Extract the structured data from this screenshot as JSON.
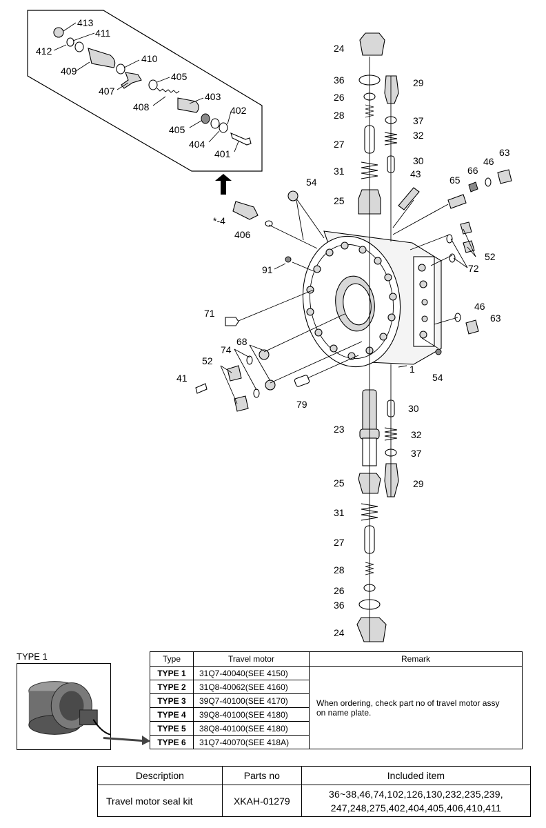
{
  "diagram": {
    "callouts": {
      "detail_top": [
        "413",
        "411",
        "412",
        "409",
        "410",
        "407",
        "405",
        "403",
        "408",
        "402",
        "405",
        "404",
        "401"
      ],
      "upper_stack": [
        "24",
        "36",
        "29",
        "26",
        "28",
        "37",
        "32",
        "27",
        "30",
        "31",
        "43",
        "25",
        "54",
        "65",
        "66",
        "46",
        "63"
      ],
      "center": [
        "*-4",
        "406",
        "91",
        "52",
        "72",
        "71",
        "46",
        "63",
        "74",
        "68",
        "52",
        "41",
        "1",
        "54",
        "79"
      ],
      "lower_stack": [
        "30",
        "23",
        "32",
        "37",
        "25",
        "29",
        "31",
        "27",
        "28",
        "26",
        "36",
        "24"
      ]
    }
  },
  "type_section": {
    "caption": "TYPE 1",
    "photo_icon": "travel-motor-photo"
  },
  "type_table": {
    "headers": [
      "Type",
      "Travel motor",
      "Remark"
    ],
    "rows": [
      {
        "type": "TYPE 1",
        "motor": "31Q7-40040(SEE 4150)"
      },
      {
        "type": "TYPE 2",
        "motor": "31Q8-40062(SEE 4160)"
      },
      {
        "type": "TYPE 3",
        "motor": "39Q7-40100(SEE 4170)"
      },
      {
        "type": "TYPE 4",
        "motor": "39Q8-40100(SEE 4180)"
      },
      {
        "type": "TYPE 5",
        "motor": "38Q8-40100(SEE 4180)"
      },
      {
        "type": "TYPE 6",
        "motor": "31Q7-40070(SEE 418A)"
      }
    ],
    "remark_line1": "When ordering, check part no of travel motor assy",
    "remark_line2": "on name plate."
  },
  "kit_table": {
    "headers": [
      "Description",
      "Parts no",
      "Included item"
    ],
    "description": "Travel motor seal kit",
    "parts_no": "XKAH-01279",
    "included_line1": "36~38,46,74,102,126,130,232,235,239,",
    "included_line2": "247,248,275,402,404,405,406,410,411"
  }
}
